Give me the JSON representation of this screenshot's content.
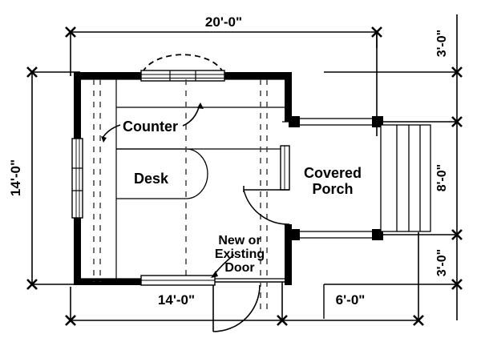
{
  "drawing": {
    "type": "architectural-floor-plan",
    "title_visible": false,
    "stroke_color": "#000000",
    "wall_fill": "#000000",
    "background": "#ffffff",
    "line_color": "#000000"
  },
  "dimensions": {
    "top_overall": "20'-0\"",
    "left_height": "14'-0\"",
    "bottom_left": "14'-0\"",
    "bottom_right": "6'-0\"",
    "right_top": "3'-0\"",
    "right_middle": "8'-0\"",
    "right_bottom": "3'-0\""
  },
  "rooms": [
    {
      "name": "Covered Porch",
      "label_line1": "Covered",
      "label_line2": "Porch"
    }
  ],
  "annotations": [
    {
      "name": "counter",
      "text": "Counter"
    },
    {
      "name": "desk",
      "text": "Desk"
    },
    {
      "name": "new-or-existing-door",
      "line1": "New or",
      "line2": "Existing",
      "line3": "Door"
    }
  ],
  "features": {
    "garage_door_top": "overhead-door-with-arc",
    "left_window": "window",
    "right_door": "swing-door",
    "bottom_door": "swing-door",
    "porch_stairs": "stair-treads",
    "porch_posts": "corner-posts"
  }
}
